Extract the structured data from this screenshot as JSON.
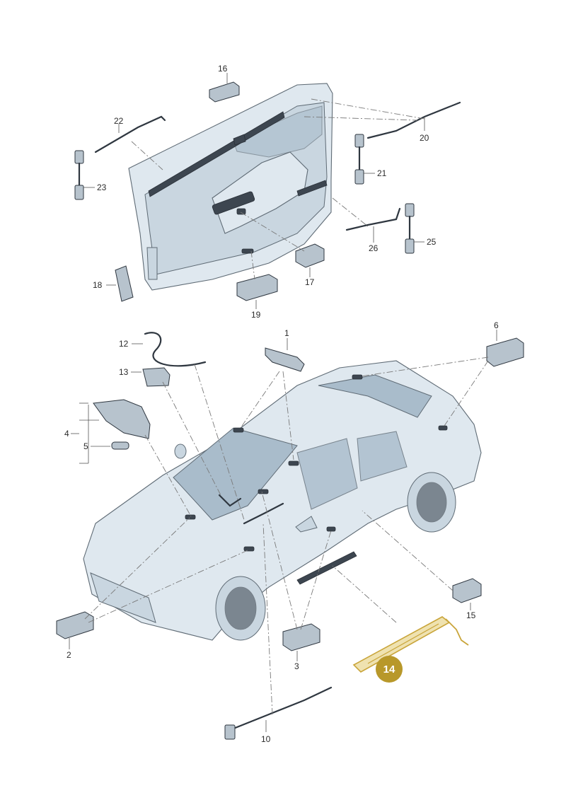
{
  "callouts": {
    "c1": "1",
    "c2": "2",
    "c3": "3",
    "c4": "4",
    "c5": "5",
    "c6": "6",
    "c10": "10",
    "c12": "12",
    "c13": "13",
    "c14": "14",
    "c15": "15",
    "c16": "16",
    "c17": "17",
    "c18": "18",
    "c19": "19",
    "c20": "20",
    "c21": "21",
    "c22": "22",
    "c23": "23",
    "c25": "25",
    "c26": "26"
  },
  "highlight": {
    "part": "14",
    "color": "#b8982a",
    "outline": "#c9a53a"
  },
  "colors": {
    "body": "#dfe8ef",
    "line": "#5f6b75",
    "part": "#b7c3cd",
    "label": "#2b2b2b"
  }
}
